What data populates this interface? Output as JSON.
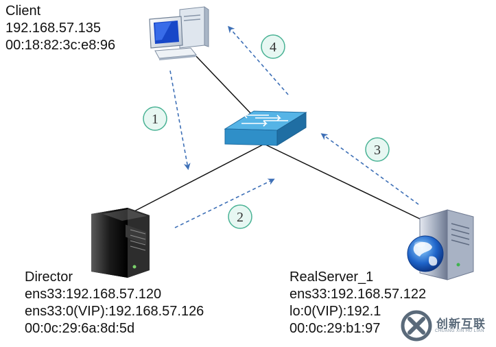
{
  "nodes": {
    "client": {
      "name": "Client",
      "ip": "192.168.57.135",
      "mac": "00:18:82:3c:e8:96"
    },
    "director": {
      "name": "Director",
      "ens33": "ens33:192.168.57.120",
      "vip": "ens33:0(VIP):192.168.57.126",
      "mac": "00:0c:29:6a:8d:5d"
    },
    "realserver": {
      "name": "RealServer_1",
      "ens33": "ens33:192.168.57.122",
      "vip": "lo:0(VIP):192.1",
      "mac": "00:0c:29:b1:97"
    }
  },
  "steps": [
    "1",
    "2",
    "3",
    "4"
  ],
  "colors": {
    "arrow": "#3d6fb6",
    "circle_fill": "#e7f7f2",
    "circle_stroke": "#49b294",
    "switch_top": "#3fa0d6",
    "switch_side": "#1f6ea3"
  },
  "watermark": {
    "cn": "创新互联",
    "en": "CHUANG XIN HU LIAN"
  }
}
